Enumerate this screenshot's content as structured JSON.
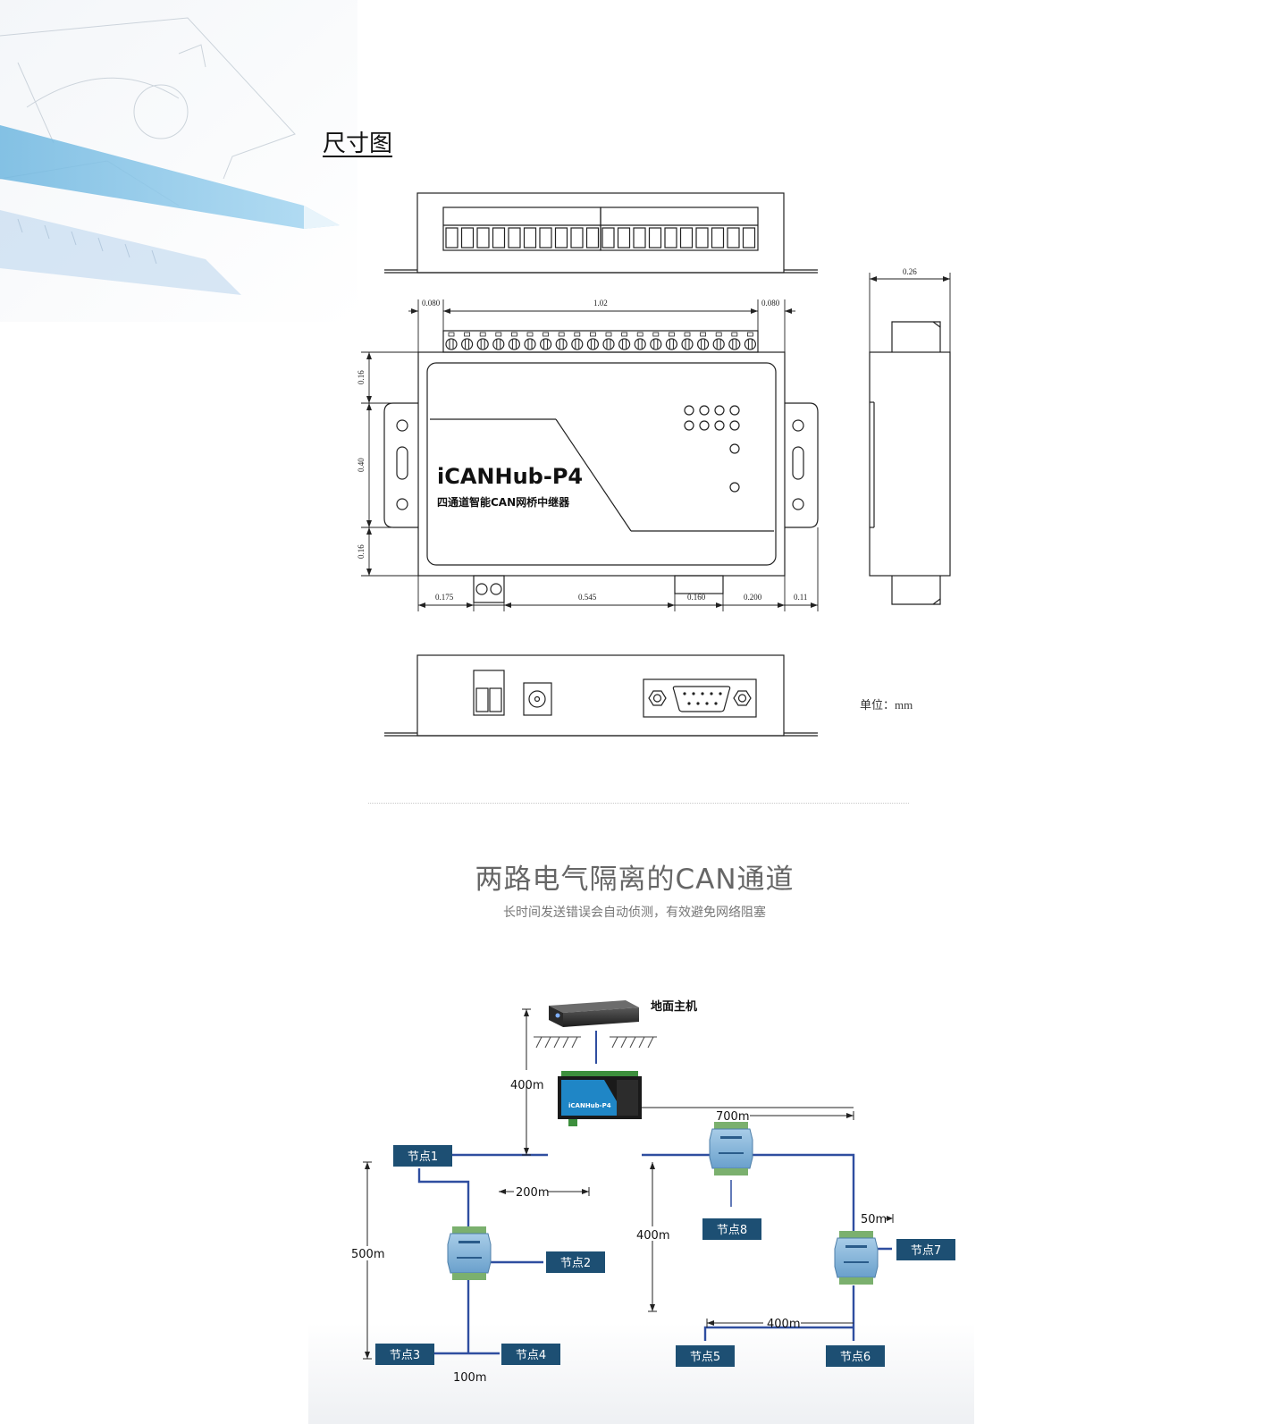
{
  "section": {
    "title": "尺寸图"
  },
  "device": {
    "model": "iCANHub-P4",
    "subtitle": "四通道智能CAN网桥中继器"
  },
  "dimensions": {
    "front": [
      "0.080",
      "1.02",
      "0.080"
    ],
    "height": [
      "0.16",
      "0.40",
      "0.16"
    ],
    "bottom": [
      "0.175",
      "0.545",
      "0.160",
      "0.200",
      "0.11"
    ],
    "side": "0.26",
    "unit": "单位：mm"
  },
  "feature": {
    "title": "两路电气隔离的CAN通道",
    "subtitle": "长时间发送错误会自动侦测，有效避免网络阻塞"
  },
  "network": {
    "host_label": "地面主机",
    "hub_label": "iCANHub-P4",
    "nodes": [
      "节点1",
      "节点2",
      "节点3",
      "节点4",
      "节点5",
      "节点6",
      "节点7",
      "节点8"
    ],
    "distances": {
      "host_vertical": "400m",
      "right_trunk": "700m",
      "left_branch": "200m",
      "left_vertical": "500m",
      "bottom_left": "100m",
      "right_vertical": "400m",
      "right_short": "50m",
      "bottom_right": "400m"
    }
  },
  "colors": {
    "node_box": "#1d4f73",
    "line": "#2f4ea0",
    "title": "#666666"
  }
}
